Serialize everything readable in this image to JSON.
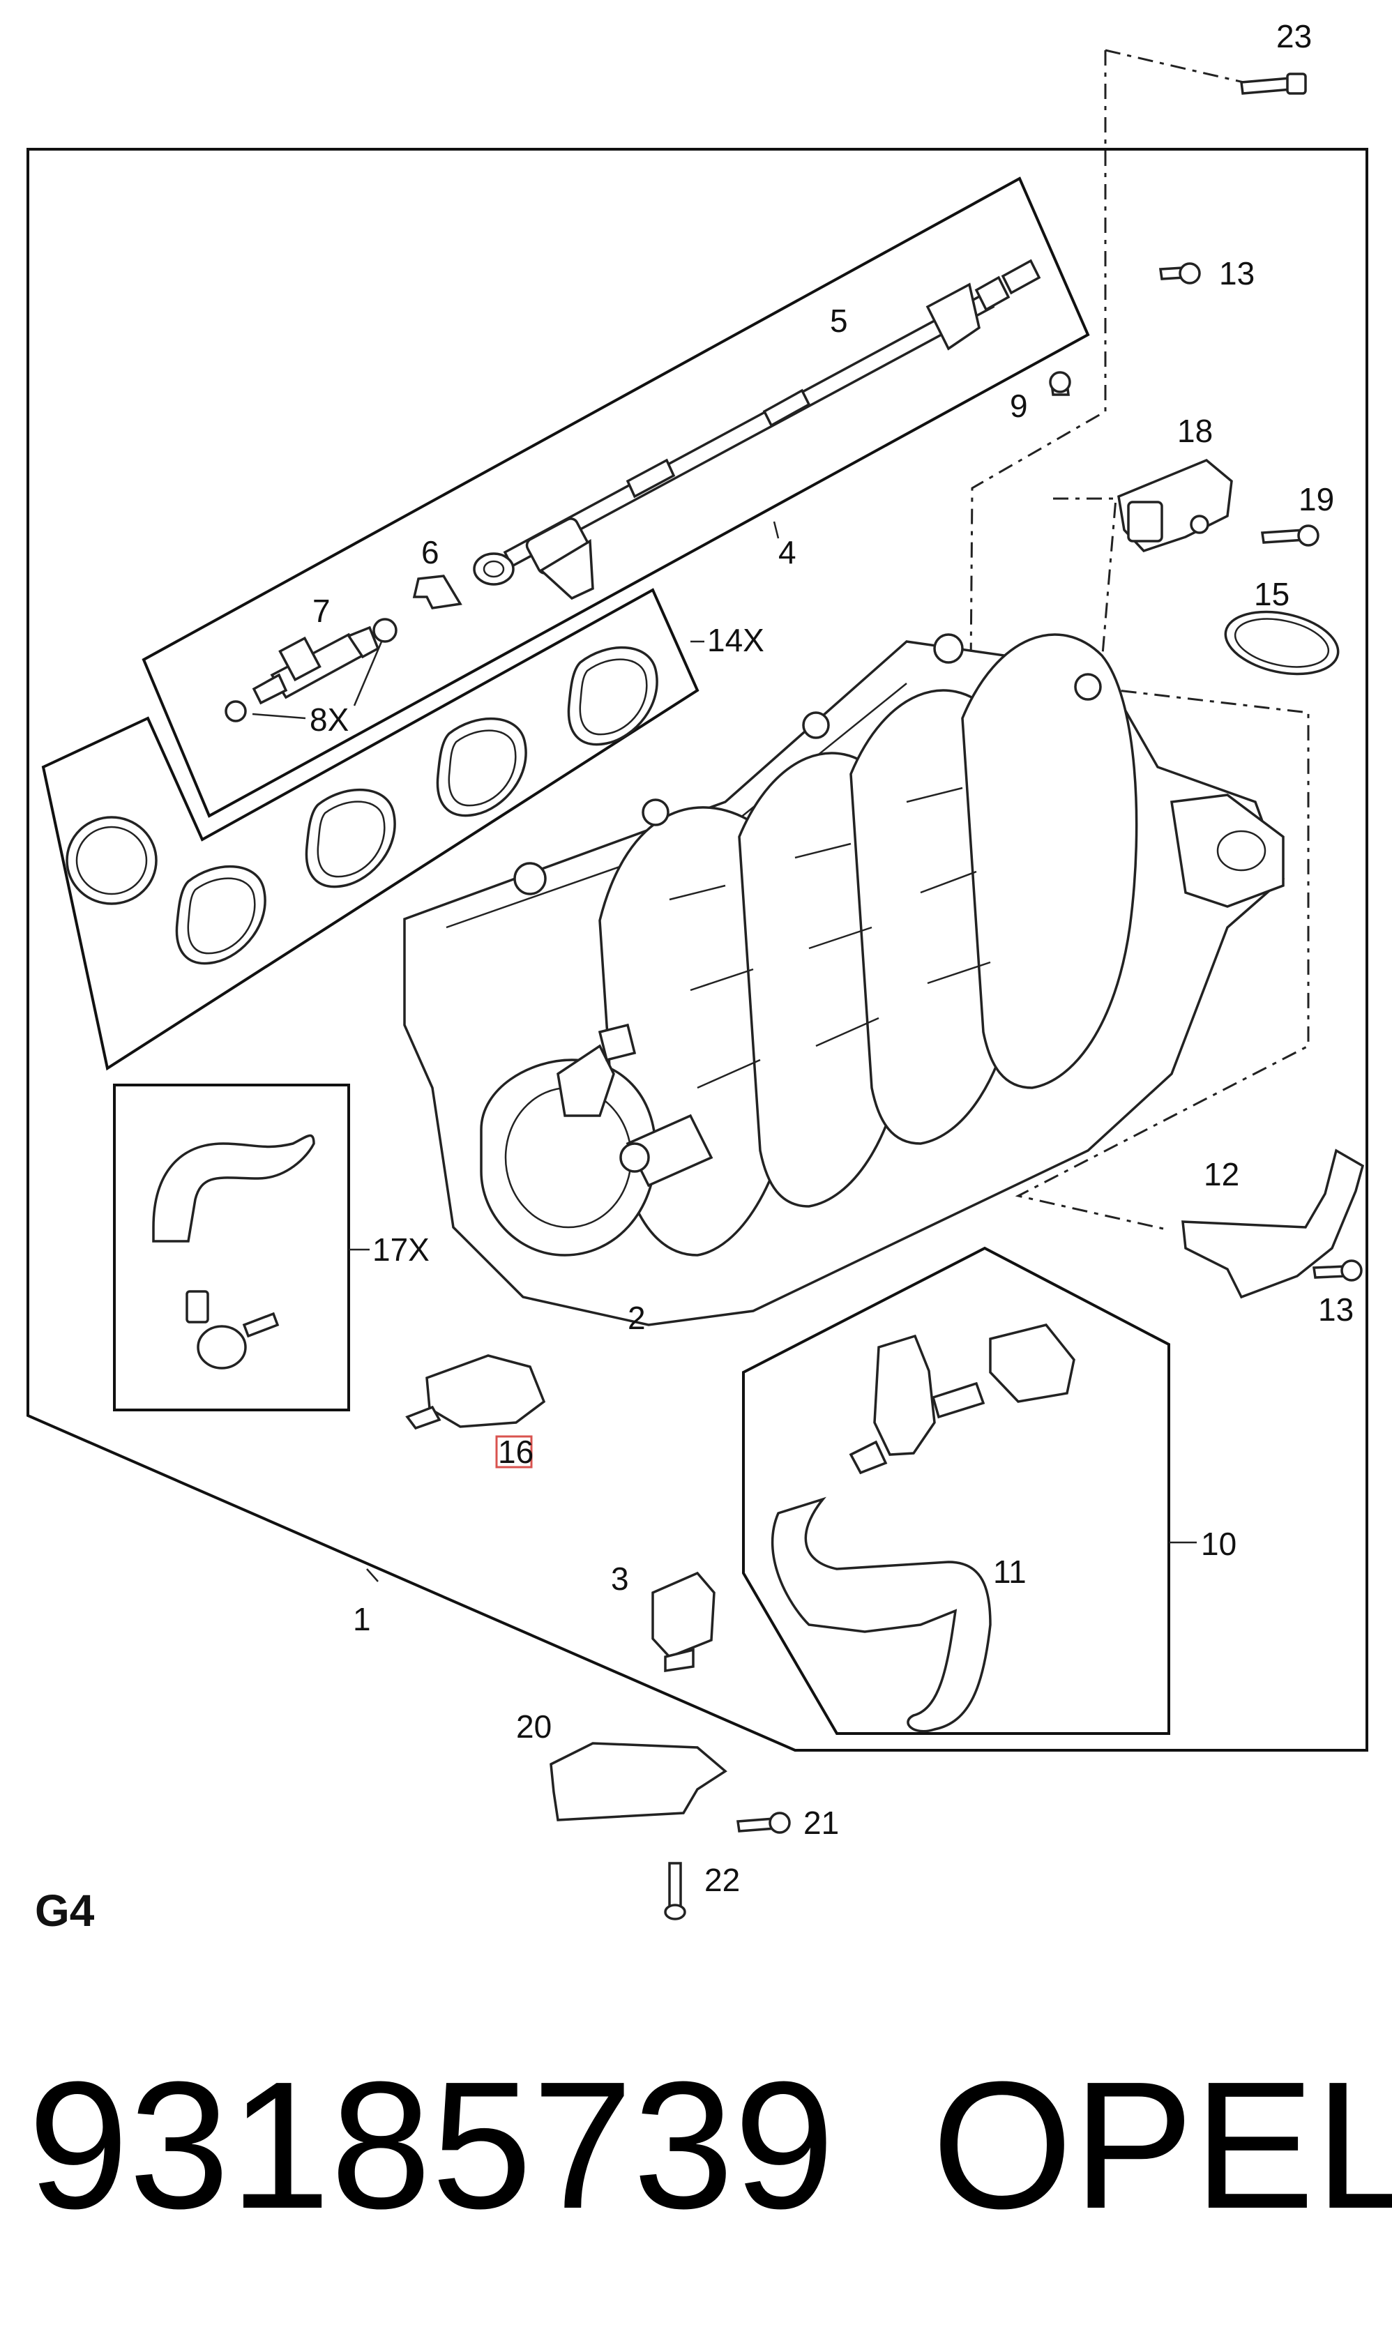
{
  "section": "G4",
  "part_number": "93185739",
  "brand": "OPEL",
  "highlight_color": "#d9534f",
  "callouts": {
    "c1": "1",
    "c2": "2",
    "c3": "3",
    "c4": "4",
    "c5": "5",
    "c6": "6",
    "c7": "7",
    "c8": "8X",
    "c9": "9",
    "c10": "10",
    "c11": "11",
    "c12": "12",
    "c13a": "13",
    "c13b": "13",
    "c14": "14X",
    "c15": "15",
    "c16": "16",
    "c17": "17X",
    "c18": "18",
    "c19": "19",
    "c20": "20",
    "c21": "21",
    "c22": "22",
    "c23": "23"
  }
}
